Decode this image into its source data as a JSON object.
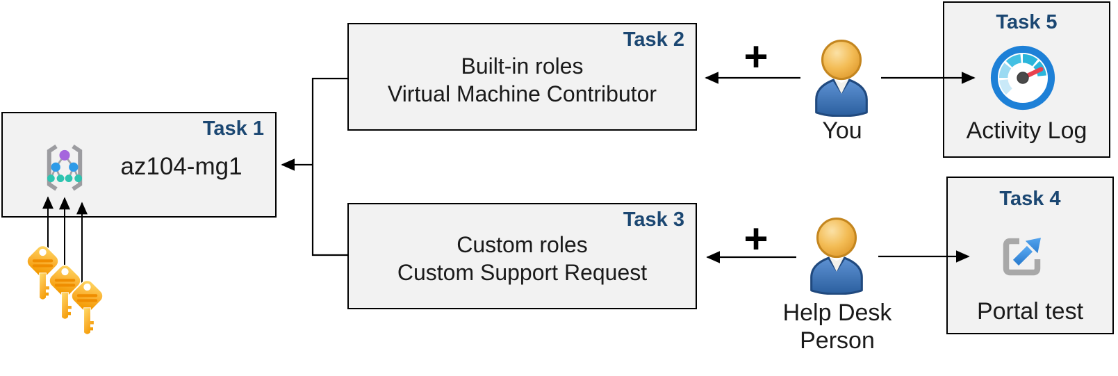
{
  "boxes": {
    "task1": {
      "badge": "Task 1",
      "label": "az104-mg1"
    },
    "task2": {
      "badge": "Task 2",
      "line1": "Built-in roles",
      "line2": "Virtual Machine Contributor"
    },
    "task3": {
      "badge": "Task 3",
      "line1": "Custom roles",
      "line2": "Custom Support Request"
    },
    "task4": {
      "badge": "Task 4",
      "caption": "Portal test"
    },
    "task5": {
      "badge": "Task 5",
      "caption": "Activity Log"
    }
  },
  "actors": {
    "you": {
      "label": "You"
    },
    "help_desk": {
      "line1": "Help Desk",
      "line2": "Person"
    }
  },
  "operators": {
    "plus_top": "+",
    "plus_bottom": "+"
  },
  "icons": {
    "task1_icon": "management-group-icon",
    "left_icons": "key-icon (x3)",
    "actor_icon": "person-icon",
    "task5_icon": "gauge-icon",
    "task4_icon": "external-link-icon"
  },
  "colors": {
    "badge_text": "#1B4772",
    "box_fill": "#F2F2F2",
    "box_border": "#000000",
    "key_gold": "#FAB131",
    "key_stripe": "#EF8D00",
    "person_head": "#F3BC55",
    "person_body_blue": "#3A6FB5",
    "gauge_ring_blue": "#1D80D7",
    "gauge_needle_red": "#E8414E",
    "portal_arrow_blue": "#3D92E4",
    "icon_gray": "#A8A8A8",
    "node_purple": "#A566DD",
    "node_blue": "#2E9BE8",
    "node_teal": "#2EC4B0"
  }
}
